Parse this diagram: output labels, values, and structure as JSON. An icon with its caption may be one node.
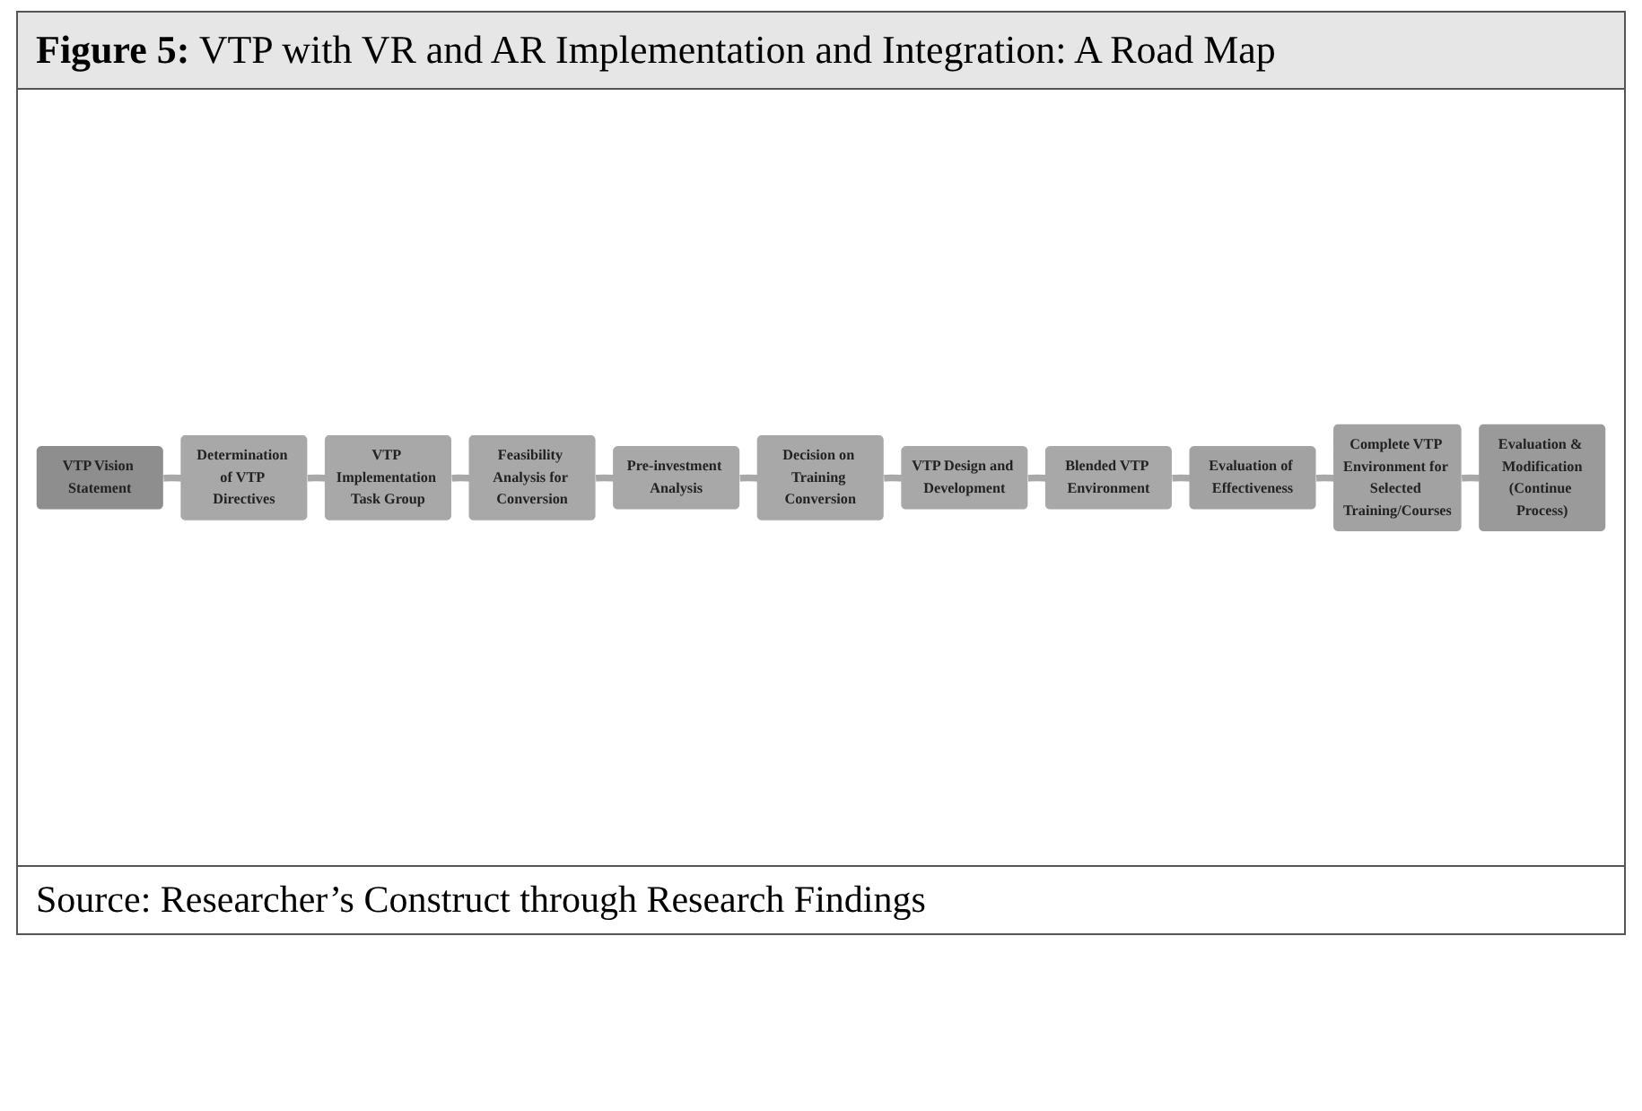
{
  "diagram": {
    "title": "**Figure 5:** VTP with VR and AR Implementation and Integration: A Road Map",
    "caption": "Source: Researcher’s Construct through Research Findings",
    "nodes": [
      {
        "text": [
          "VTP Vision Statement"
        ]
      },
      {
        "text": [
          "Determination of VTP Directives"
        ]
      },
      {
        "text": [
          "VTP Implementation Task Group"
        ]
      },
      {
        "text": [
          "Feasibility Analysis for Conversion"
        ]
      },
      {
        "text": [
          "Pre-investment Analysis"
        ]
      },
      {
        "text": [
          "Decision on Training Conversion"
        ]
      },
      {
        "text": [
          "VTP Design and Development"
        ]
      },
      {
        "text": [
          "Blended VTP Environment"
        ]
      },
      {
        "text": [
          "Evaluation of Effectiveness"
        ]
      },
      {
        "text": [
          "Complete VTP Environment for Selected Training/Courses"
        ]
      },
      {
        "text": [
          "Evaluation & Modification",
          "(Continue Process)"
        ]
      }
    ],
    "edges": [
      {
        "from": 0,
        "to": 1,
        "arrow": "none"
      },
      {
        "from": 1,
        "to": 2,
        "arrow": "none"
      },
      {
        "from": 2,
        "to": 3,
        "arrow": "none"
      },
      {
        "from": 3,
        "to": 4,
        "arrow": "none"
      },
      {
        "from": 4,
        "to": 5,
        "arrow": "none"
      },
      {
        "from": 5,
        "to": 6,
        "arrow": "none"
      },
      {
        "from": 6,
        "to": 7,
        "arrow": "none"
      },
      {
        "from": 7,
        "to": 8,
        "arrow": "none"
      },
      {
        "from": 8,
        "to": 9,
        "arrow": "none"
      },
      {
        "from": 9,
        "to": 10,
        "arrow": "none"
      }
    ]
  }
}
